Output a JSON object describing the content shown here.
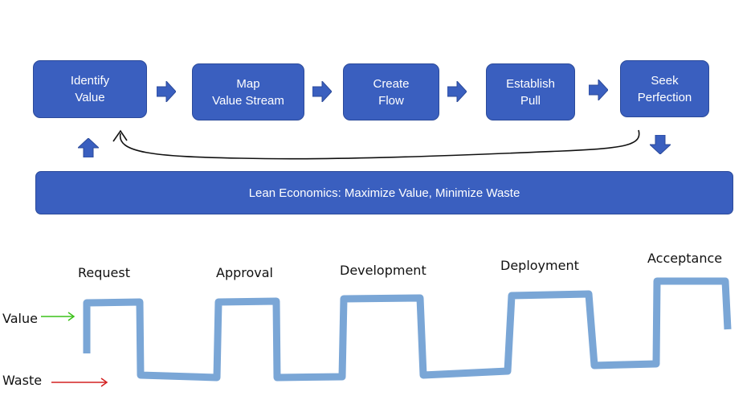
{
  "steps": [
    {
      "line1": "Identify",
      "line2": "Value"
    },
    {
      "line1": "Map",
      "line2": "Value Stream"
    },
    {
      "line1": "Create",
      "line2": "Flow"
    },
    {
      "line1": "Establish",
      "line2": "Pull"
    },
    {
      "line1": "Seek",
      "line2": "Perfection"
    }
  ],
  "banner": "Lean Economics: Maximize Value, Minimize Waste",
  "phases": [
    "Request",
    "Approval",
    "Development",
    "Deployment",
    "Acceptance"
  ],
  "levels": {
    "value": "Value",
    "waste": "Waste"
  },
  "colors": {
    "box_fill": "#3a5fbf",
    "box_border": "#2b4a9a",
    "wave": "#7aa6d6",
    "value_arrow": "#3cc21a",
    "waste_arrow": "#d32020"
  }
}
